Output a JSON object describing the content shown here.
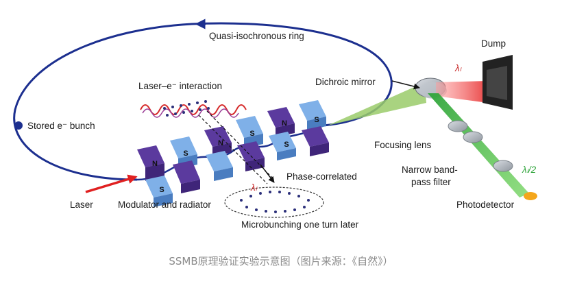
{
  "labels": {
    "ring": "Quasi-isochronous ring",
    "stored_bunch": "Stored e⁻ bunch",
    "interaction": "Laser–e⁻ interaction",
    "dichroic": "Dichroic mirror",
    "dump": "Dump",
    "lambda_l_top": "λₗ",
    "lambda_l_mid": "λₗ",
    "focusing": "Focusing lens",
    "narrow1": "Narrow band-",
    "narrow2": "pass filter",
    "lambda_half": "λₗ/2",
    "photodetector": "Photodetector",
    "phase": "Phase-correlated",
    "laser": "Laser",
    "modulator": "Modulator and radiator",
    "microbunching": "Microbunching one turn later"
  },
  "magnets": {
    "top_letter": "S",
    "bottom_letter": "N"
  },
  "caption": "SSMB原理验证实验示意图（图片来源：《自然》）",
  "colors": {
    "ring": "#1c2f8f",
    "laser_red": "#e02020",
    "beam_green": "#2ea43a",
    "magnet_blue": "#5a8fd0",
    "magnet_purple": "#5b3a9e"
  }
}
